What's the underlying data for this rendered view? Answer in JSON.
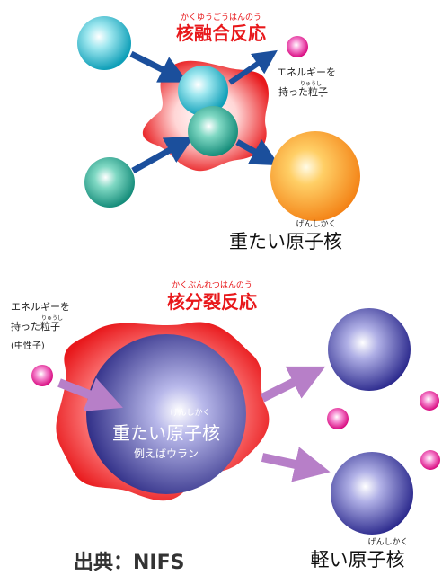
{
  "fusion": {
    "title_ruby": "かくゆうごうはんのう",
    "title": "核融合反応",
    "particle_label_line1": "エネルギーを",
    "particle_label_line2": "持った粒子",
    "particle_label_ruby": "りゅうし",
    "product_label": "重たい原子核",
    "product_ruby": "げんしかく"
  },
  "fission": {
    "title_ruby": "かくぶんれつはんのう",
    "title": "核分裂反応",
    "particle_label_line1": "エネルギーを",
    "particle_label_line2": "持った粒子",
    "particle_label_ruby": "りゅうし",
    "particle_label_line3": "(中性子)",
    "nucleus_ruby": "げんしかく",
    "nucleus_label": "重たい原子核",
    "nucleus_sublabel": "例えばウラン",
    "product_ruby": "げんしかく",
    "product_label": "軽い原子核"
  },
  "source": "出典：NIFS",
  "colors": {
    "red_accent": "#e8181b",
    "teal_nucleus": "#1fb5c9",
    "green_nucleus": "#1aa38e",
    "orange_nucleus": "#f7941d",
    "magenta_particle": "#e4007f",
    "navy_nucleus": "#2c2a8c",
    "blue_arrow": "#1b4f9c",
    "violet_arrow": "#b77fc8"
  }
}
